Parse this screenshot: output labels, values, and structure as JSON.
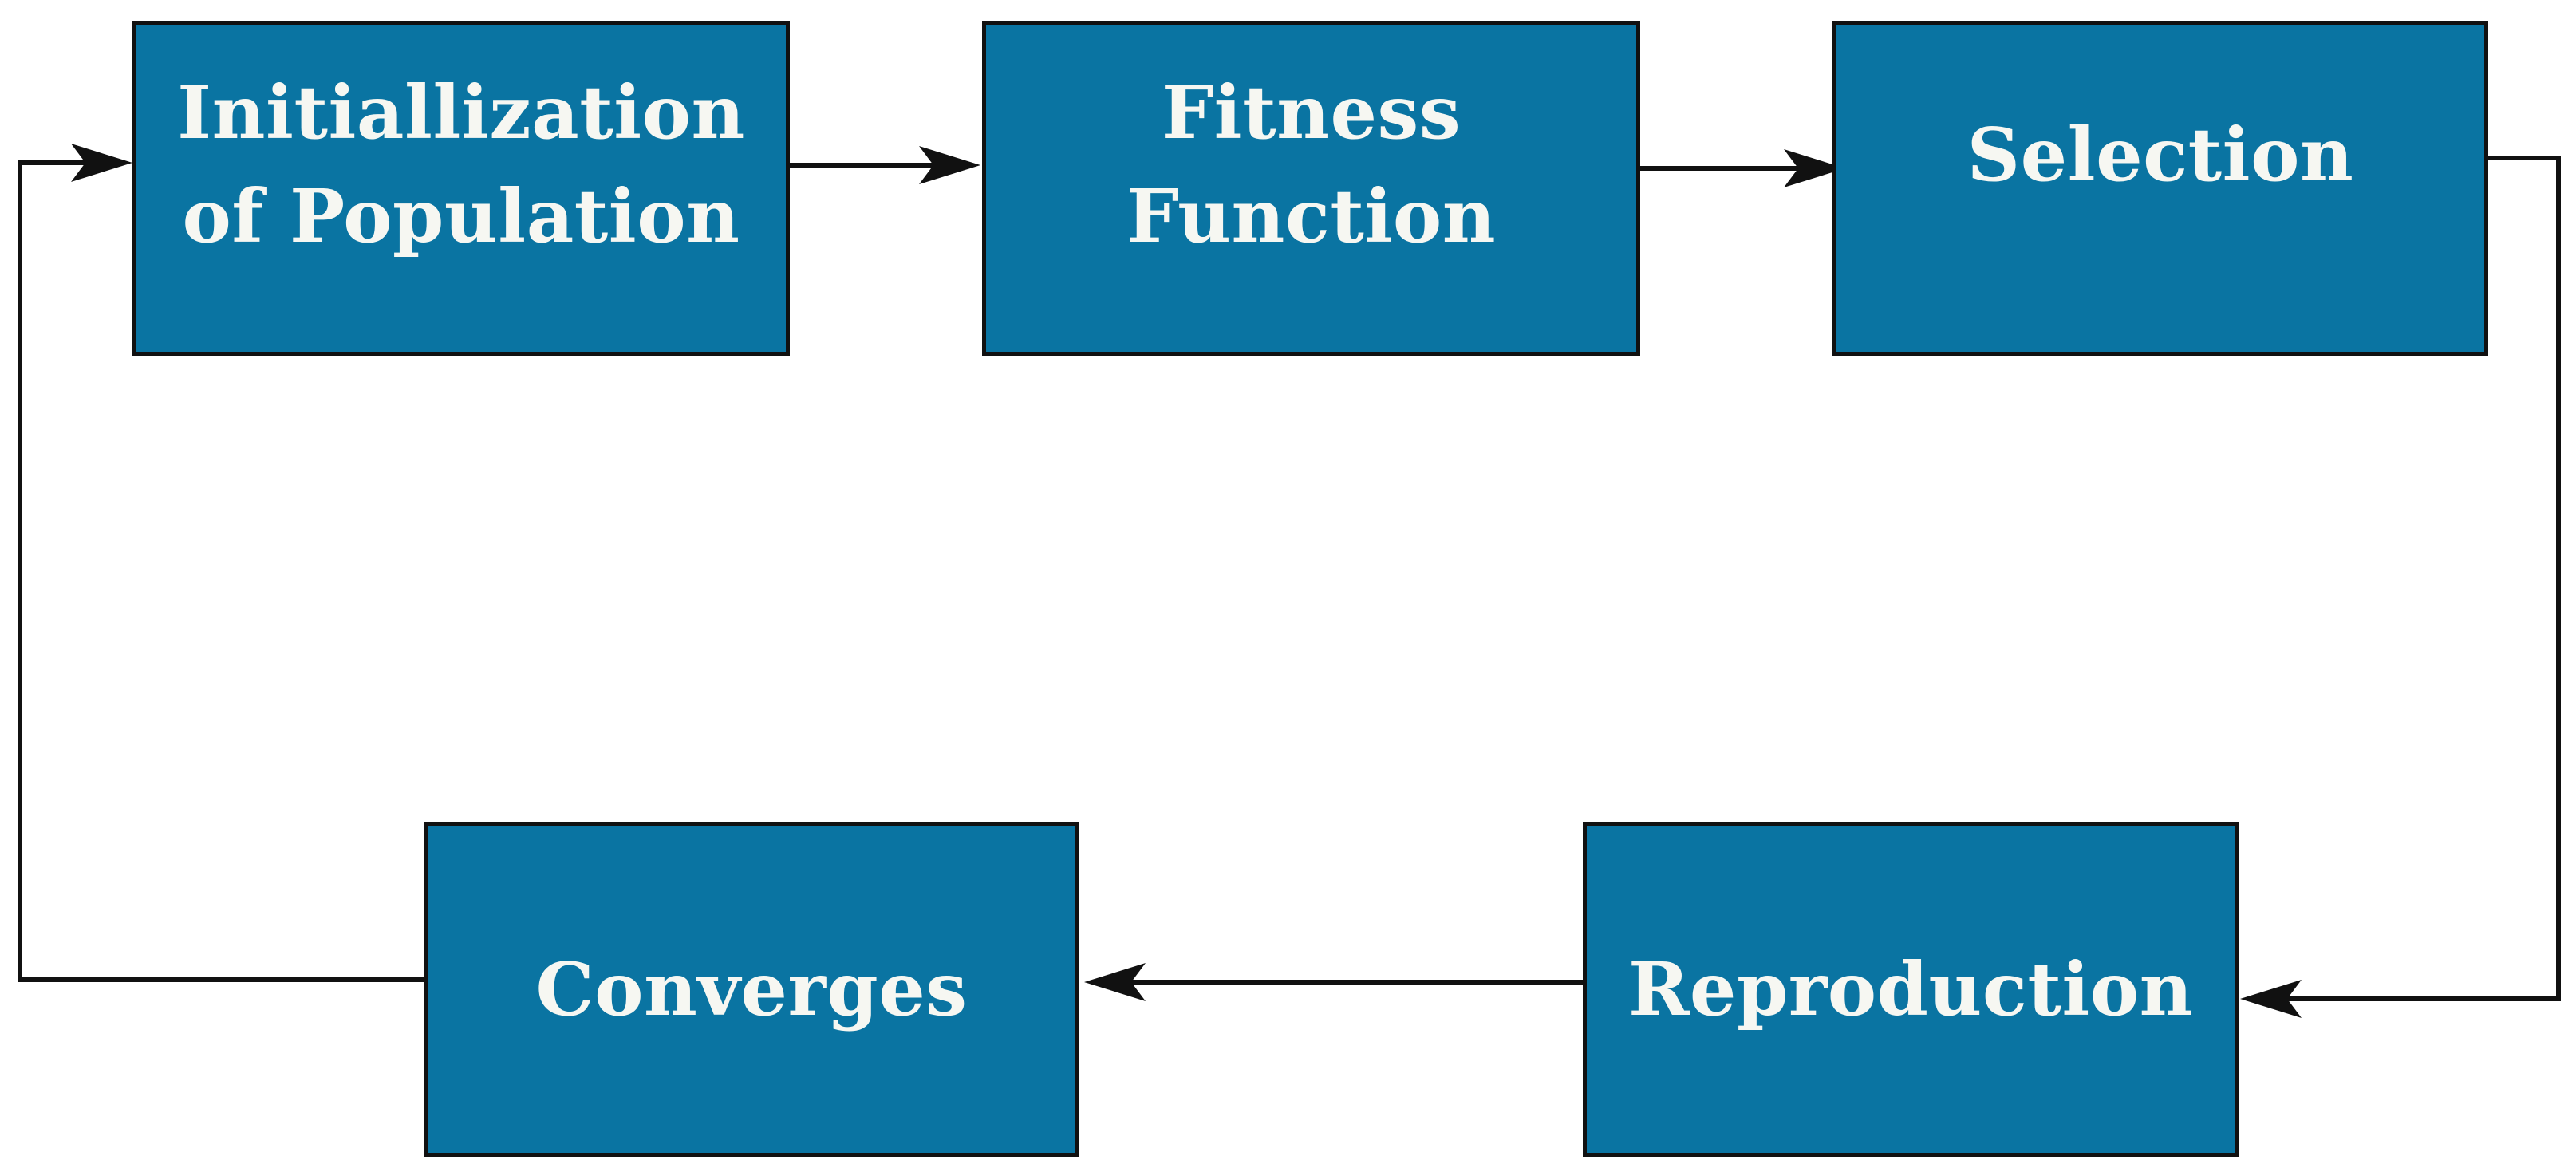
{
  "diagram": {
    "nodes": {
      "initialization": "Initiallization of Population",
      "fitness": "Fitness Function",
      "selection": "Selection",
      "reproduction": "Reproduction",
      "converges": "Converges"
    },
    "edges": [
      {
        "from": "initialization",
        "to": "fitness"
      },
      {
        "from": "fitness",
        "to": "selection"
      },
      {
        "from": "selection",
        "to": "reproduction"
      },
      {
        "from": "reproduction",
        "to": "converges"
      },
      {
        "from": "converges",
        "to": "initialization"
      }
    ],
    "colors": {
      "box_fill": "#0a74a2",
      "box_border": "#111111",
      "box_text": "#f6f7f2",
      "connector": "#111111"
    }
  }
}
